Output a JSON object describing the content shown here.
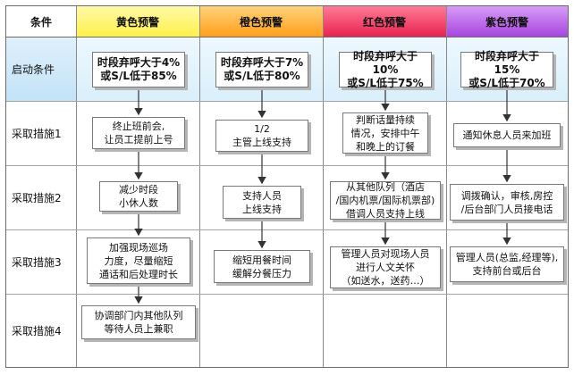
{
  "header": {
    "corner": "条件",
    "levels": [
      {
        "label": "黄色预警",
        "color": "#fff36b"
      },
      {
        "label": "橙色预警",
        "color": "#ffb330"
      },
      {
        "label": "红色预警",
        "color": "#f03a63"
      },
      {
        "label": "紫色预警",
        "color": "#b45ae8"
      }
    ]
  },
  "rows": [
    {
      "label": "启动条件"
    },
    {
      "label": "采取措施1"
    },
    {
      "label": "采取措施2"
    },
    {
      "label": "采取措施3"
    },
    {
      "label": "采取措施4"
    }
  ],
  "boxes": {
    "yellow": [
      "时段弃呼大于4%\n或S/L低于85%",
      "终止班前会,\n让员工提前上号",
      "减少时段\n小休人数",
      "加强现场巡场\n力度，尽量缩短\n通话和后处理时长",
      "协调部门内其他队列\n等待人员上兼职"
    ],
    "orange": [
      "时段弃呼大于7%\n或S/L低于80%",
      "1/2\n主管上线支持",
      "支持人员\n上线支持",
      "缩短用餐时间\n缓解分餐压力"
    ],
    "red": [
      "时段弃呼大于10%\n或S/L低于75%",
      "判断话量持续\n情况，安排中午\n和晚上的订餐",
      "从其他队列（酒店\n/国内机票/国际机票部)\n借调人员支持上线",
      "管理人员对现场人员\n进行人文关怀\n（如送水，送药…）"
    ],
    "purple": [
      "时段弃呼大于15%\n或S/L低于70%",
      "通知休息人员来加班",
      "调拨确认，审核,房控\n/后台部门人员接电话",
      "管理人员(总监,经理等),\n支持前台或后台"
    ]
  }
}
